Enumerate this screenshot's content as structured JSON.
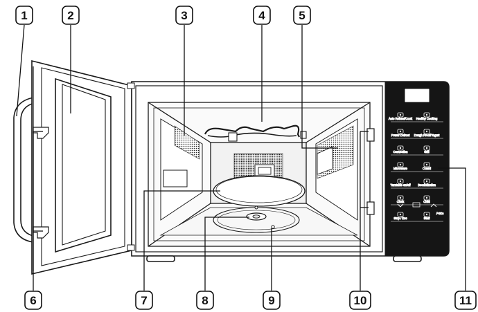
{
  "callouts": [
    {
      "id": "1",
      "label": "1"
    },
    {
      "id": "2",
      "label": "2"
    },
    {
      "id": "3",
      "label": "3"
    },
    {
      "id": "4",
      "label": "4"
    },
    {
      "id": "5",
      "label": "5"
    },
    {
      "id": "6",
      "label": "6"
    },
    {
      "id": "7",
      "label": "7"
    },
    {
      "id": "8",
      "label": "8"
    },
    {
      "id": "9",
      "label": "9"
    },
    {
      "id": "10",
      "label": "10"
    },
    {
      "id": "11",
      "label": "11"
    }
  ],
  "control_panel": {
    "buttons": [
      {
        "label": "Auto Reheat/Cook",
        "icon": "reheat-icon"
      },
      {
        "label": "Healthy Cooking",
        "icon": "healthy-icon"
      },
      {
        "label": "Power Defrost",
        "icon": "defrost-icon"
      },
      {
        "label": "Dough Proof/Yogurt",
        "icon": "dough-icon"
      },
      {
        "label": "Convection",
        "icon": "convection-icon"
      },
      {
        "label": "Grill",
        "icon": "grill-icon"
      },
      {
        "label": "Microwave",
        "icon": "microwave-icon"
      },
      {
        "label": "Combi",
        "icon": "combi-icon"
      },
      {
        "label": "Turntable on/off",
        "icon": "turntable-icon"
      },
      {
        "label": "Deodorization",
        "icon": "deodorize-icon"
      },
      {
        "label": "Clock",
        "icon": "clock-icon"
      },
      {
        "label": "Child",
        "icon": "child-icon"
      },
      {
        "label": "Stop / Eco",
        "icon": "stop-icon"
      },
      {
        "label": "Start",
        "icon": "start-icon"
      }
    ],
    "start_extra": "/+30s"
  },
  "colors": {
    "line": "#1a1a1a",
    "cavity_fill": "#f4f4f4",
    "panel_fill": "#151515",
    "callout_fill": "#ffffff"
  }
}
